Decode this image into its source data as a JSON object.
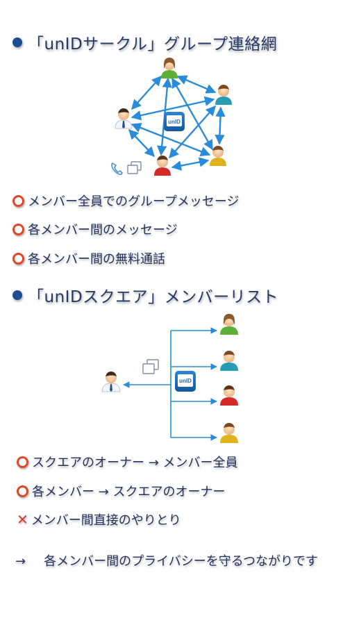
{
  "section1": {
    "heading": "「unIDサークル」グループ連絡網",
    "items": [
      "メンバー全員でのグループメッセージ",
      "各メンバー間のメッセージ",
      "各メンバー間の無料通話"
    ]
  },
  "section2": {
    "heading": "「unIDスクエア」メンバーリスト",
    "items": [
      "スクエアのオーナー → メンバー全員",
      "各メンバー → スクエアのオーナー"
    ],
    "ng_item": "メンバー間直接のやりとり"
  },
  "conclusion": {
    "arrow": "→",
    "text": "各メンバー間のプライバシーを守るつながりです"
  },
  "logo": {
    "text": "unID"
  },
  "colors": {
    "heading": "#253a66",
    "bullet": "#1d4d92",
    "ok_mark": "#e0452a",
    "ng_mark": "#e0392a",
    "arrow": "#2a8bd8",
    "logo": "#1e6fb6"
  },
  "icons": [
    "person-green",
    "person-teal",
    "person-red",
    "person-yellow",
    "person-white-shirt",
    "phone-icon",
    "chat-icon",
    "unid-logo"
  ]
}
